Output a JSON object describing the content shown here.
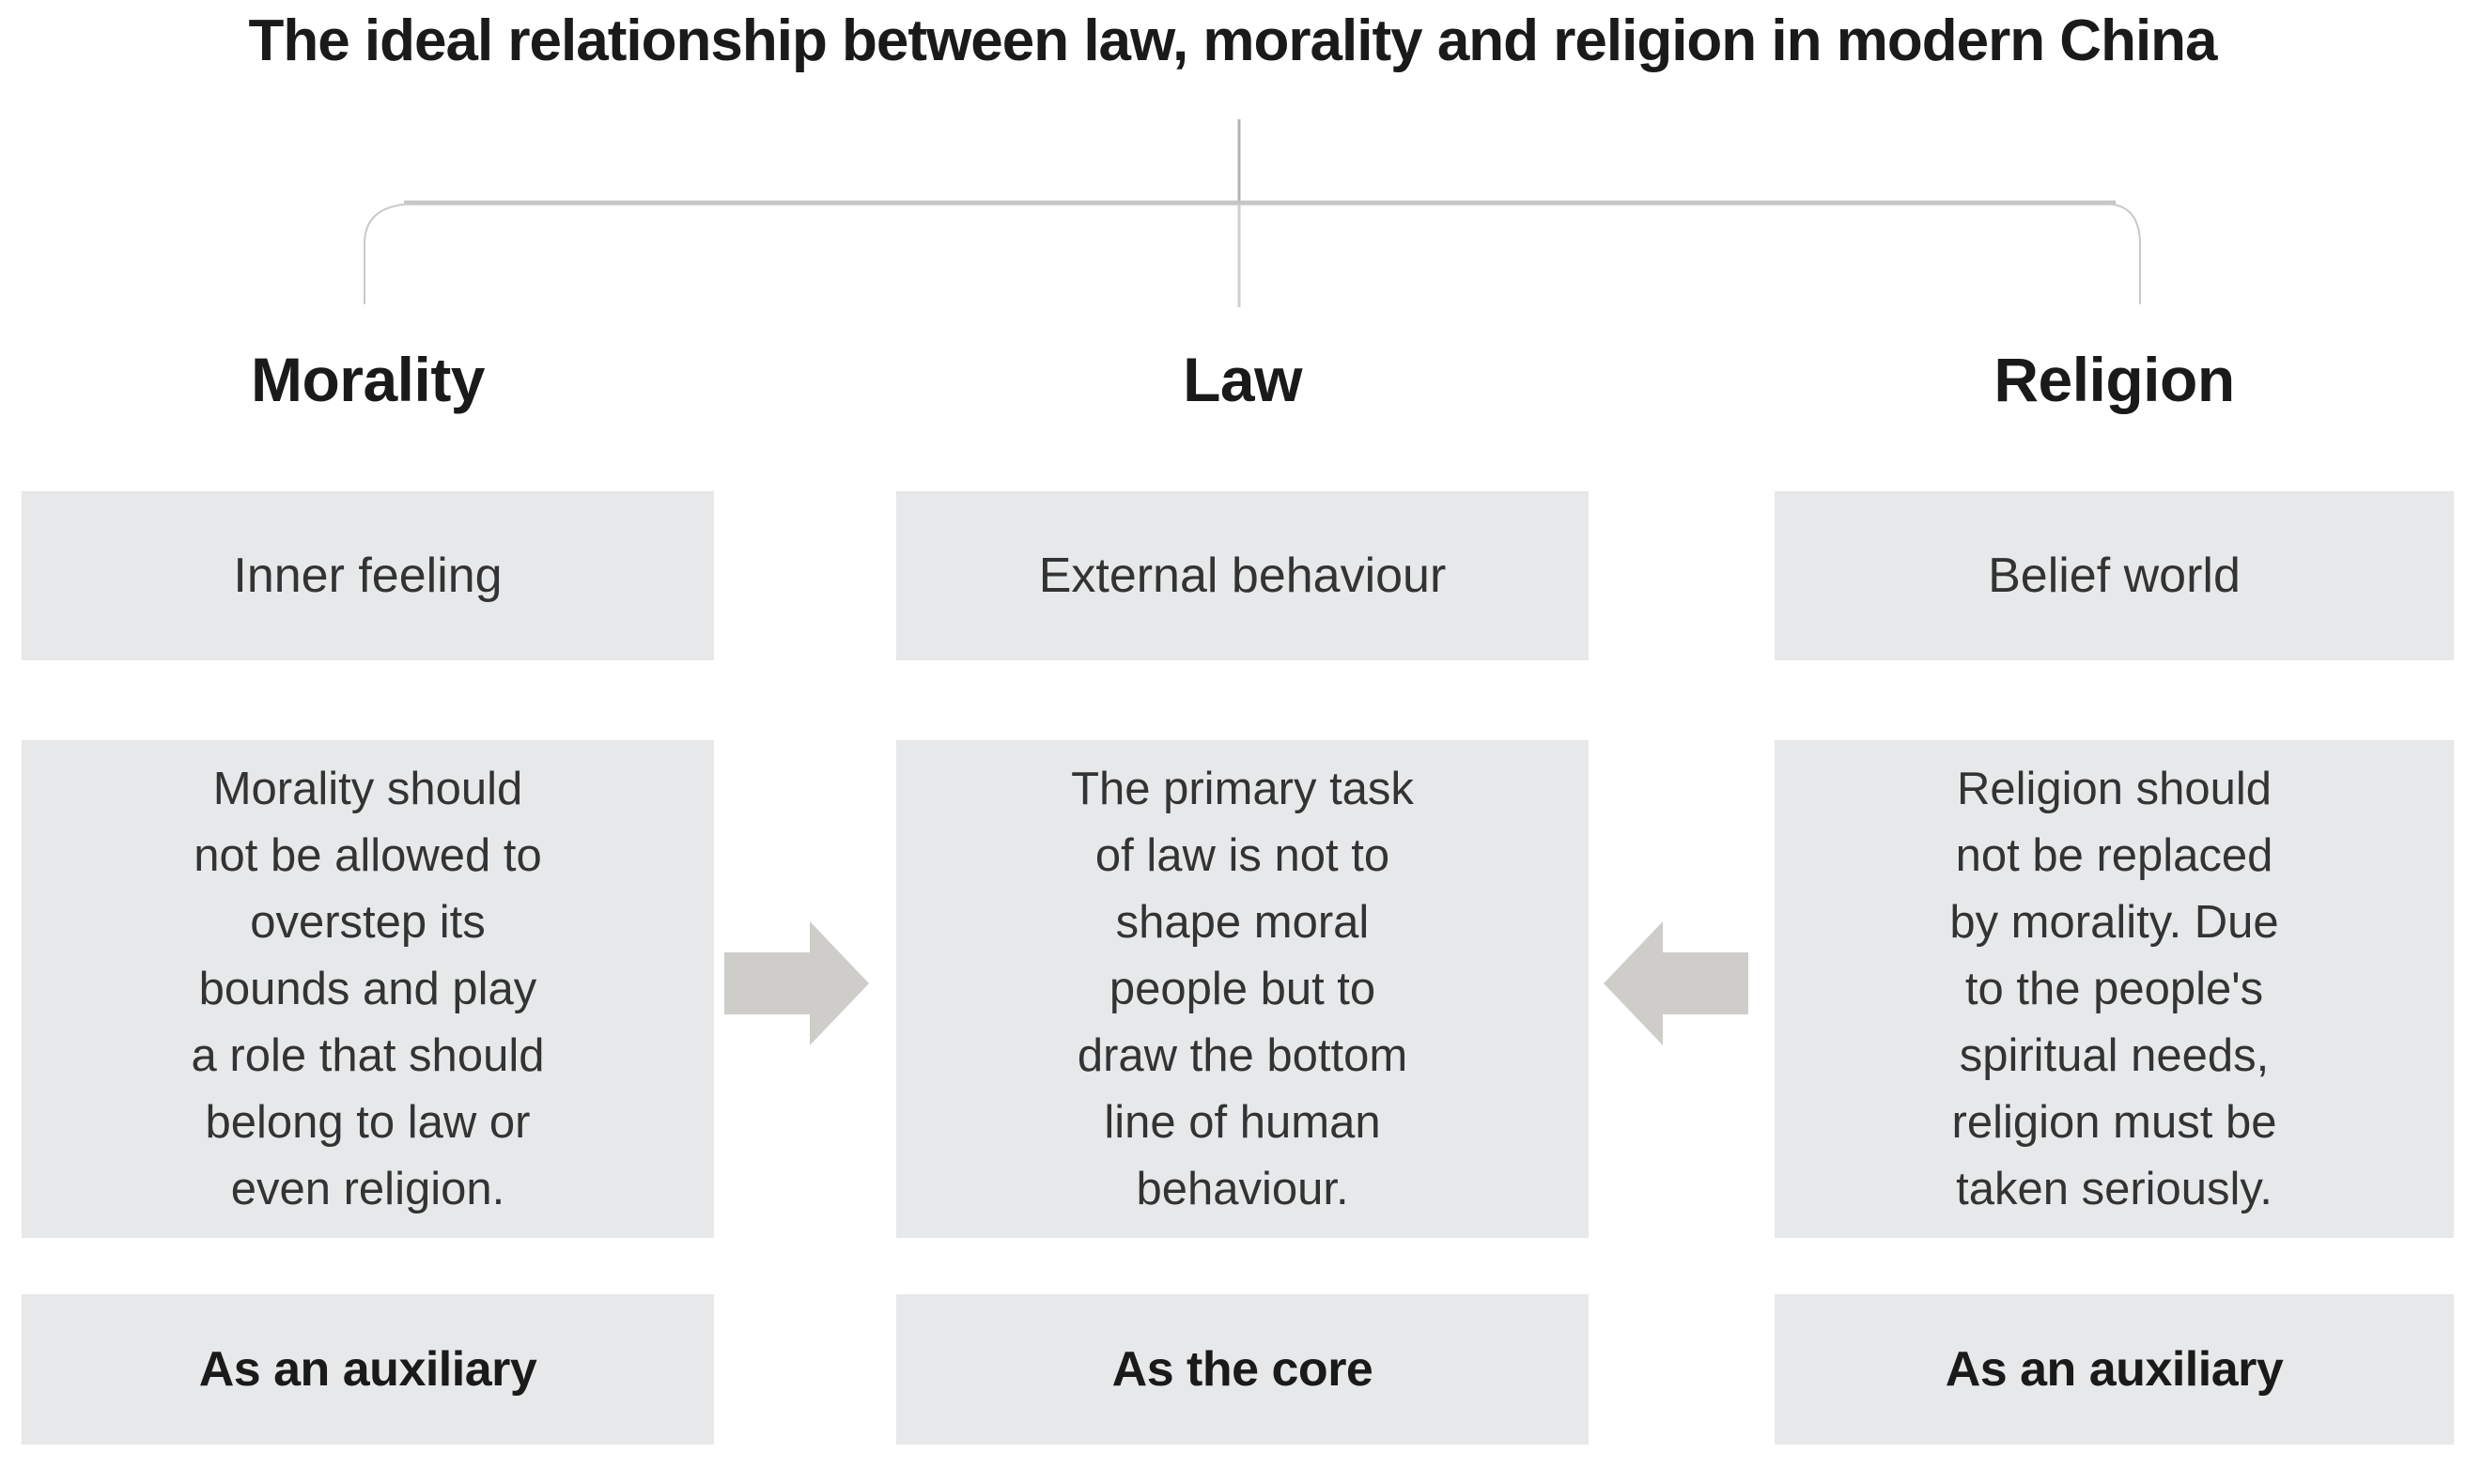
{
  "title": "The ideal relationship between law, morality and religion in modern China",
  "columns": [
    {
      "header": "Morality",
      "attribute": "Inner feeling",
      "description": "Morality should\nnot be allowed to\noverstep its\nbounds and play\na role that should\nbelong to law or\neven religion.",
      "role": "As an auxiliary"
    },
    {
      "header": "Law",
      "attribute": "External behaviour",
      "description": "The primary task\nof law is not to\nshape moral\npeople but to\ndraw the bottom\nline of human\nbehaviour.",
      "role": "As the core"
    },
    {
      "header": "Religion",
      "attribute": "Belief world",
      "description": "Religion should\nnot be replaced\nby morality. Due\nto the people's\nspiritual needs,\nreligion must be\ntaken seriously.",
      "role": "As an auxiliary"
    }
  ],
  "arrows": [
    {
      "name": "morality-to-law",
      "direction": "right"
    },
    {
      "name": "religion-to-law",
      "direction": "left"
    }
  ],
  "colors": {
    "box_bg": "#e6e8e9",
    "arrow": "#cecdca",
    "line_thick": "#c6c6c6",
    "line_thin": "#b3b3b3",
    "line_faint": "#cfcfcf",
    "elbow": "#c9c9c9",
    "heading_text": "#1a1a1a",
    "body_text": "#333333"
  }
}
